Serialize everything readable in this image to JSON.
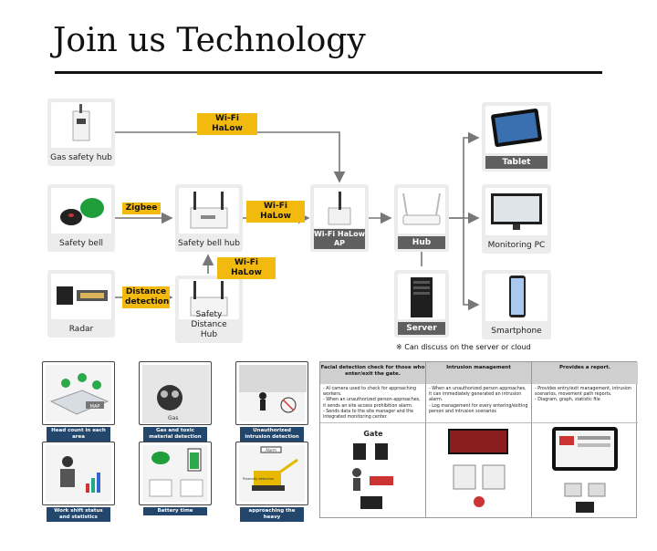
{
  "title": "Join us Technology",
  "diagram": {
    "nodes": {
      "gas_safety_hub": "Gas safety hub",
      "safety_bell": "Safety bell",
      "radar": "Radar",
      "safety_bell_hub": "Safety bell hub",
      "safety_distance_hub": "Safety Distance Hub",
      "wifi_halow_ap": "Wi-Fi HaLow AP",
      "hub": "Hub",
      "server": "Server",
      "tablet": "Tablet",
      "monitoring_pc": "Monitoring PC",
      "smartphone": "Smartphone"
    },
    "links": {
      "wifi_top": "Wi-Fi HaLow",
      "zigbee": "Zigbee",
      "wifi_mid": "Wi-Fi HaLow",
      "wifi_low": "Wi-Fi HaLow",
      "distance_detection": "Distance detection"
    },
    "server_note": "※ Can discuss on the server or cloud"
  },
  "features": [
    {
      "label": "Head count in each area"
    },
    {
      "label": "Gas and toxic material detection"
    },
    {
      "label": "Unauthorized intrusion detection"
    },
    {
      "label": "Work shift status and statistics"
    },
    {
      "label": "Battery time"
    },
    {
      "label": "approaching the heavy"
    }
  ],
  "feature_misc": {
    "map": "MAP",
    "gas": "Gas",
    "alarm": "Alarm",
    "proximity": "Proximity detection"
  },
  "table": {
    "headers": [
      "Facial detection check for those who enter/exit the gate.",
      "Intrusion management",
      "Provides a report."
    ],
    "cells": [
      "- AI camera used to check for approaching workers.\n- When an unauthorized person approaches, it sends an site access prohibition alarm.\n- Sends data to the site manager and the integrated monitoring center.",
      "- When an unauthorized person approaches, it can immediately generated an intrusion alarm.\n- Log management for every entering/exiting person and intrusion scenarios",
      "- Provides entry/exit management, intrusion scenarios, movement path reports.\n- Diagram, graph, statistic file"
    ],
    "gate_label": "Gate"
  }
}
